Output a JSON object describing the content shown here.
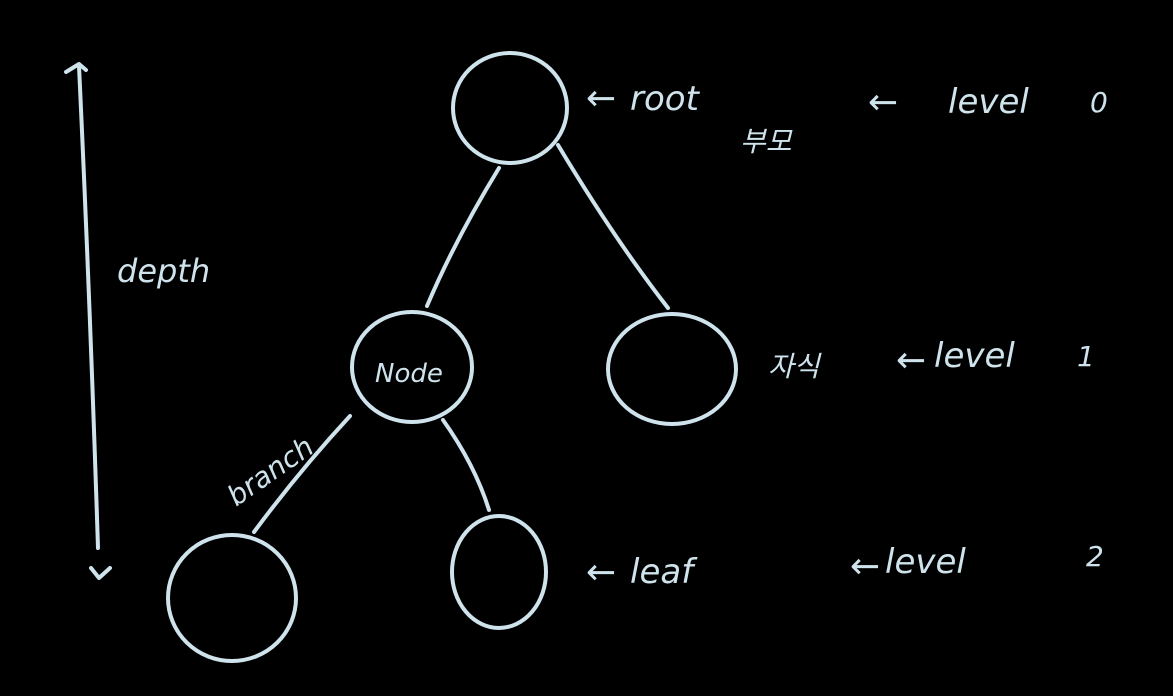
{
  "style": {
    "background": "#000000",
    "ink": "#cfe3ec"
  },
  "nodes": {
    "root": {
      "label": ""
    },
    "node": {
      "label": "Node"
    },
    "right_child": {
      "label": ""
    },
    "left_leaf": {
      "label": ""
    },
    "middle_leaf": {
      "label": ""
    }
  },
  "labels": {
    "root_arrow": "←",
    "root": "root",
    "parent": "부모",
    "level0_arrow": "←",
    "level0": "level",
    "level0_num": "0",
    "child": "자식",
    "level1_arrow": "←",
    "level1": "level",
    "level1_num": "1",
    "leaf_arrow": "←",
    "leaf": "leaf",
    "level2_arrow": "←",
    "level2": "level",
    "level2_num": "2",
    "depth": "depth",
    "branch": "branch"
  }
}
